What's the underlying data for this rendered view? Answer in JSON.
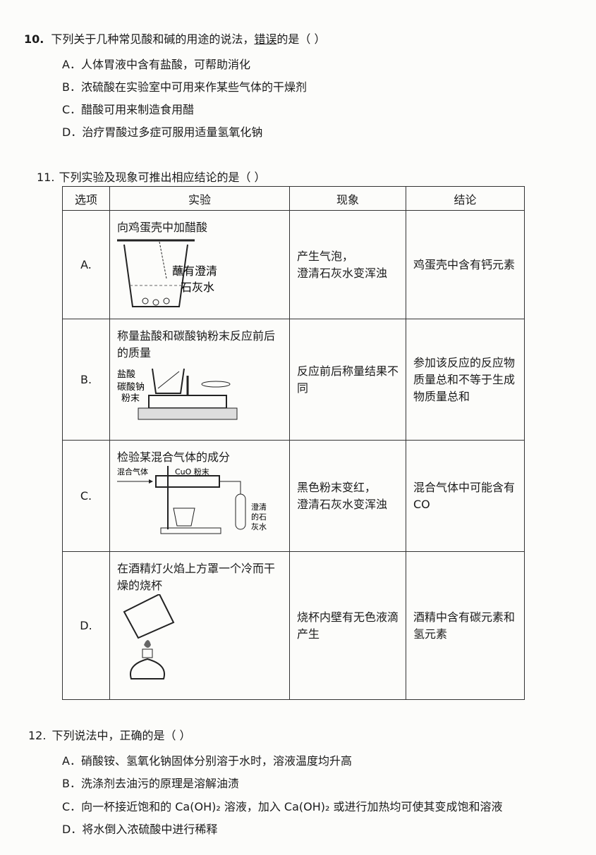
{
  "q10": {
    "number": "10.",
    "stem": "下列关于几种常见酸和碱的用途的说法，",
    "emph": "错误",
    "tail": "的是（ ）",
    "options": [
      "A．人体胃液中含有盐酸，可帮助消化",
      "B．浓硫酸在实验室中可用来作某些气体的干燥剂",
      "C．醋酸可用来制造食用醋",
      "D．治疗胃酸过多症可服用适量氢氧化钠"
    ]
  },
  "q11": {
    "number": "11.",
    "stem": "下列实验及现象可推出相应结论的是（ ）",
    "headers": [
      "选项",
      "实验",
      "现象",
      "结论"
    ],
    "rows": [
      {
        "option": "A.",
        "experiment": "向鸡蛋壳中加醋酸",
        "labels": [
          "蘸有澄清",
          "石灰水"
        ],
        "phenomenon": "产生气泡，\n澄清石灰水变浑浊",
        "conclusion": "鸡蛋壳中含有钙元素"
      },
      {
        "option": "B.",
        "experiment": "称量盐酸和碳酸钠粉末反应前后的质量",
        "labels": [
          "盐酸",
          "碳酸钠",
          "粉末"
        ],
        "phenomenon": "反应前后称量结果不同",
        "conclusion": "参加该反应的反应物质量总和不等于生成物质量总和"
      },
      {
        "option": "C.",
        "experiment": "检验某混合气体的成分",
        "labels": [
          "混合气体",
          "CuO 粉末",
          "澄清",
          "的石",
          "灰水"
        ],
        "phenomenon": "黑色粉末变红，\n澄清石灰水变浑浊",
        "conclusion": "混合气体中可能含有 CO"
      },
      {
        "option": "D.",
        "experiment": "在酒精灯火焰上方罩一个冷而干燥的烧杯",
        "labels": [],
        "phenomenon": "烧杯内壁有无色液滴产生",
        "conclusion": "酒精中含有碳元素和氢元素"
      }
    ]
  },
  "q12": {
    "number": "12.",
    "stem": "下列说法中，正确的是（ ）",
    "options": [
      "A．硝酸铵、氢氧化钠固体分别溶于水时，溶液温度均升高",
      "B．洗涤剂去油污的原理是溶解油渍",
      "C．向一杯接近饱和的 Ca(OH)₂ 溶液，加入 Ca(OH)₂ 或进行加热均可使其变成饱和溶液",
      "D．将水倒入浓硫酸中进行稀释"
    ]
  }
}
